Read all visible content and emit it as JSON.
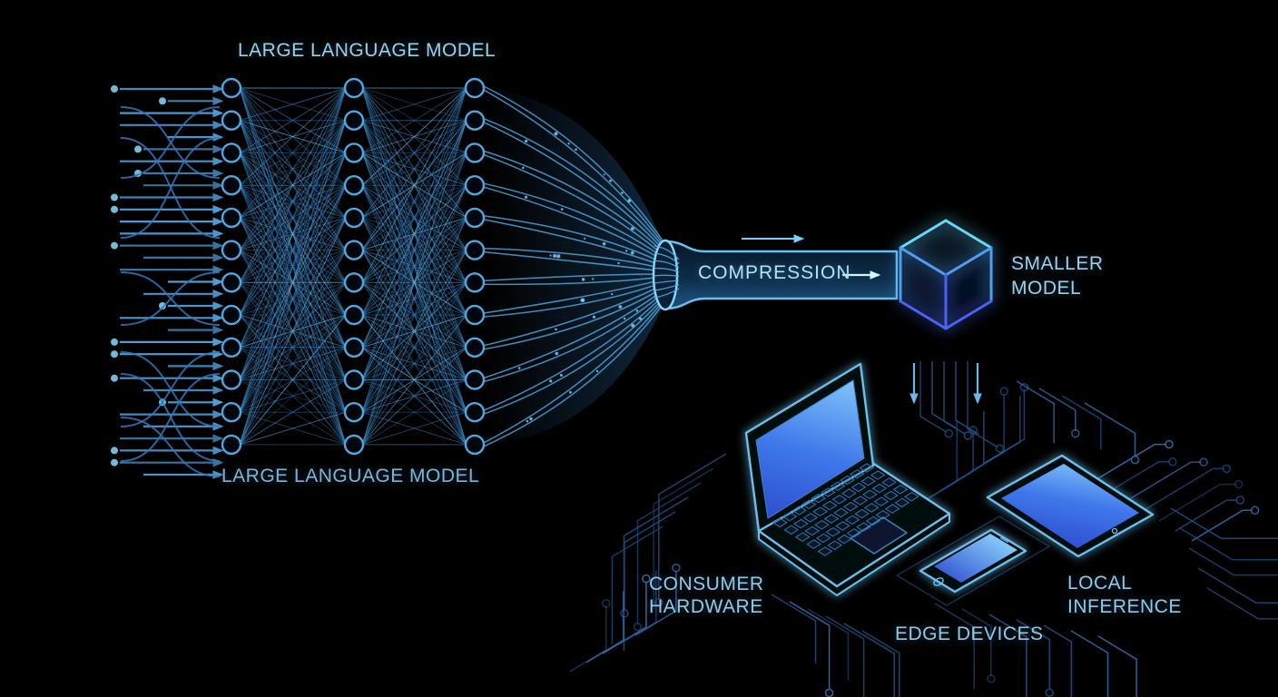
{
  "labels": {
    "llm_top": "LARGE LANGUAGE MODEL",
    "llm_bottom": "LARGE LANGUAGE MODEL",
    "compression": "COMPRESSION",
    "smaller_model": {
      "line1": "SMALLER",
      "line2": "MODEL"
    },
    "consumer_hardware": {
      "line1": "CONSUMER",
      "line2": "HARDWARE"
    },
    "edge_devices": "EDGE DEVICES",
    "local_inference": {
      "line1": "LOCAL",
      "line2": "INFERENCE"
    }
  },
  "icons": [
    "neural-network-icon",
    "input-arrows-icon",
    "funnel-icon",
    "compression-pipe-icon",
    "right-arrow-icon",
    "smaller-model-cube-icon",
    "down-arrow-icon",
    "laptop-icon",
    "smartphone-icon",
    "tablet-icon",
    "circuit-traces-icon"
  ],
  "colors": {
    "background": "#000000",
    "label_text": "#9bd0e9",
    "label_text_dim": "#7db6d4",
    "compression_text": "#b4e2f5",
    "network_line": "#3178b8",
    "network_line_bright": "#55aee6",
    "node_stroke": "#4fa8e0",
    "arrow_blue": "#4f9fd8",
    "arrow_bright": "#7ecdf4",
    "arrow_white": "#d6f1ff",
    "arrow_mid": "#6db8ea",
    "pipe_stroke": "#66c2f0",
    "pipe_mouth": "#85d6f8",
    "pipe_fill_top": "#081c30",
    "pipe_fill_mid": "#0d2c48",
    "pipe_fill_bottom": "#1a4a74",
    "cube_top": "#66d9f9",
    "cube_mid": "#4f9ff0",
    "cube_bottom": "#4a63f2",
    "device_outline": "#6cc0ee",
    "circuit_trace": "#1d4f82",
    "circuit_trace_bright": "#356fae",
    "screen_bright": "#83c7fa",
    "screen_mid": "#3f78ea",
    "screen_dark": "#2b49cc"
  }
}
